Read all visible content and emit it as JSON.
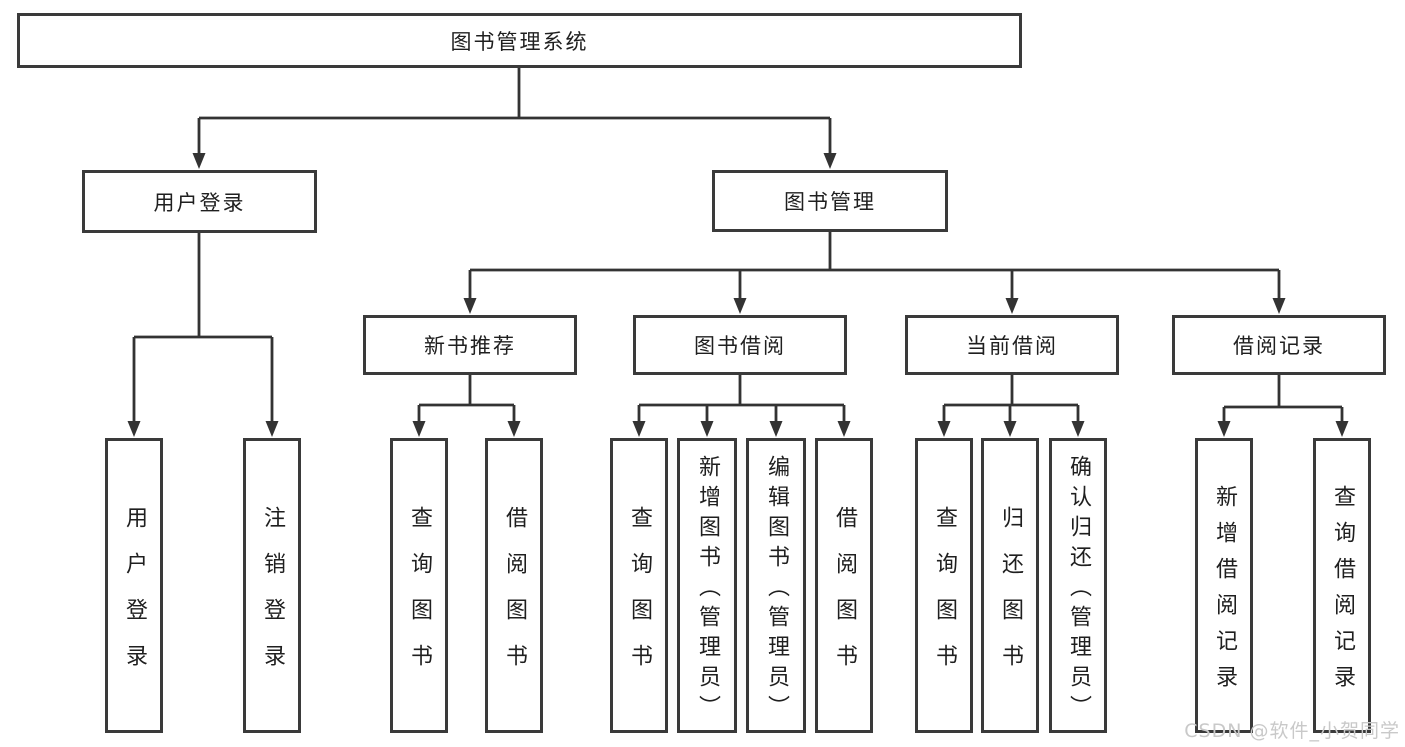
{
  "root": {
    "label": "图书管理系统"
  },
  "login": {
    "label": "用户登录",
    "children": [
      {
        "label": "用户登录"
      },
      {
        "label": "注销登录"
      }
    ]
  },
  "management": {
    "label": "图书管理",
    "sections": [
      {
        "label": "新书推荐",
        "children": [
          {
            "label": "查询图书"
          },
          {
            "label": "借阅图书"
          }
        ]
      },
      {
        "label": "图书借阅",
        "children": [
          {
            "label": "查询图书"
          },
          {
            "label": "新增图书（管理员）"
          },
          {
            "label": "编辑图书（管理员）"
          },
          {
            "label": "借阅图书"
          }
        ]
      },
      {
        "label": "当前借阅",
        "children": [
          {
            "label": "查询图书"
          },
          {
            "label": "归还图书"
          },
          {
            "label": "确认归还（管理员）"
          }
        ]
      },
      {
        "label": "借阅记录",
        "children": [
          {
            "label": "新增借阅记录"
          },
          {
            "label": "查询借阅记录"
          }
        ]
      }
    ]
  },
  "watermark": "CSDN @软件_小贺同学",
  "colors": {
    "line": "#333333",
    "box_border": "#3a3a3a",
    "text": "#1f1f1f",
    "watermark": "#c9c9c9",
    "background": "#ffffff"
  }
}
